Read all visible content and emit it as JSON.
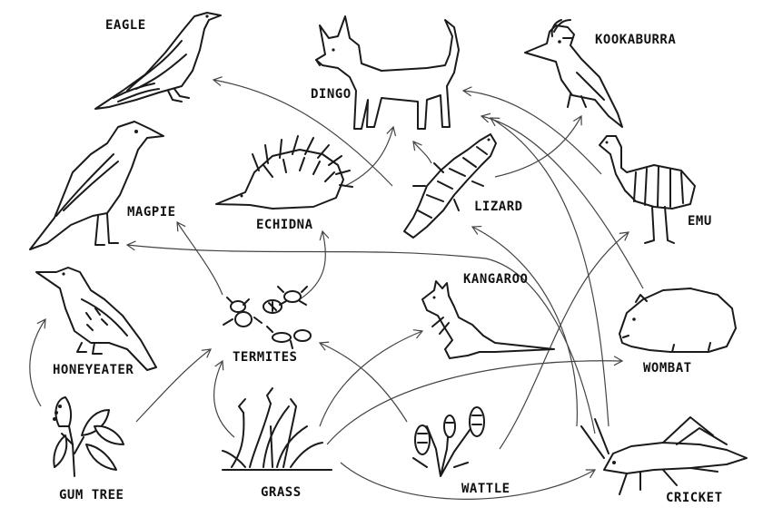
{
  "labels": {
    "eagle": "EAGLE",
    "dingo": "DINGO",
    "kookaburra": "KOOKABURRA",
    "magpie": "MAGPIE",
    "echidna": "ECHIDNA",
    "lizard": "LIZARD",
    "emu": "EMU",
    "kangaroo": "KANGAROO",
    "honeyeater": "HONEYEATER",
    "termites": "TERMITES",
    "wombat": "WOMBAT",
    "gum_tree": "GUM TREE",
    "grass": "GRASS",
    "wattle": "WATTLE",
    "cricket": "CRICKET"
  }
}
